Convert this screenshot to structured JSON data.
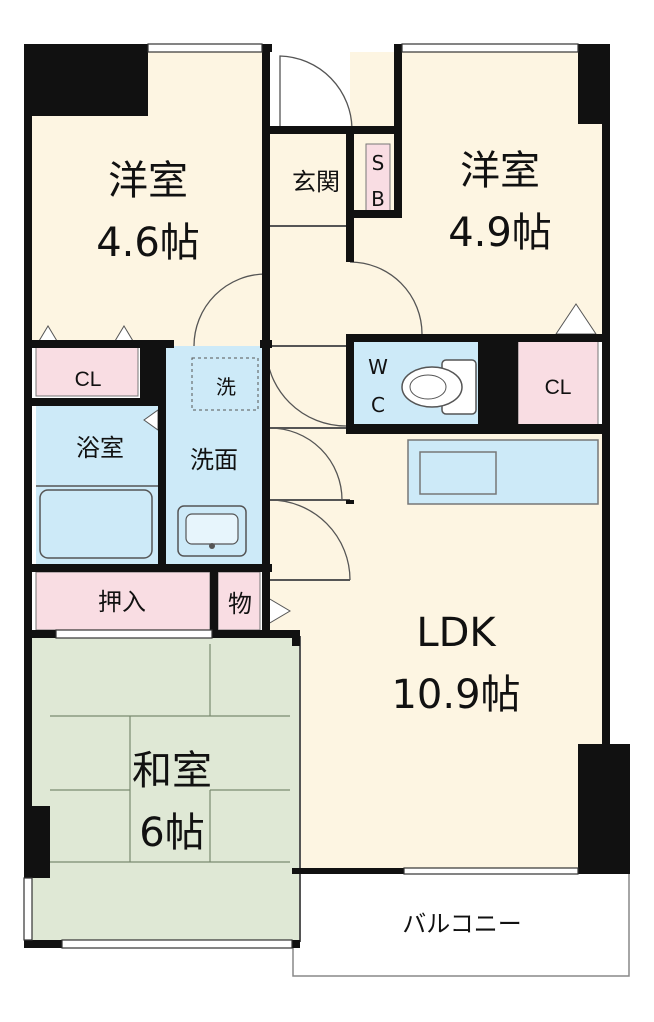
{
  "rooms": {
    "western1": {
      "name": "洋室",
      "size": "4.6帖"
    },
    "western2": {
      "name": "洋室",
      "size": "4.9帖"
    },
    "ldk": {
      "name": "LDK",
      "size": "10.9帖"
    },
    "japanese": {
      "name": "和室",
      "size": "6帖"
    },
    "entrance": "玄関",
    "shoebox": [
      "S",
      "B"
    ],
    "closet_left": "CL",
    "closet_right": "CL",
    "washer": "洗",
    "bath": "浴室",
    "washroom": "洗面",
    "wc": [
      "W",
      "C"
    ],
    "oshiire": "押入",
    "storage": "物",
    "balcony": "バルコニー"
  },
  "colors": {
    "wall": "#111111",
    "floor": "#fdf5e2",
    "wet_area": "#cdeaf8",
    "closet": "#f9dde3",
    "tatami": "#dfe8d5",
    "balcony": "#ffffff"
  }
}
